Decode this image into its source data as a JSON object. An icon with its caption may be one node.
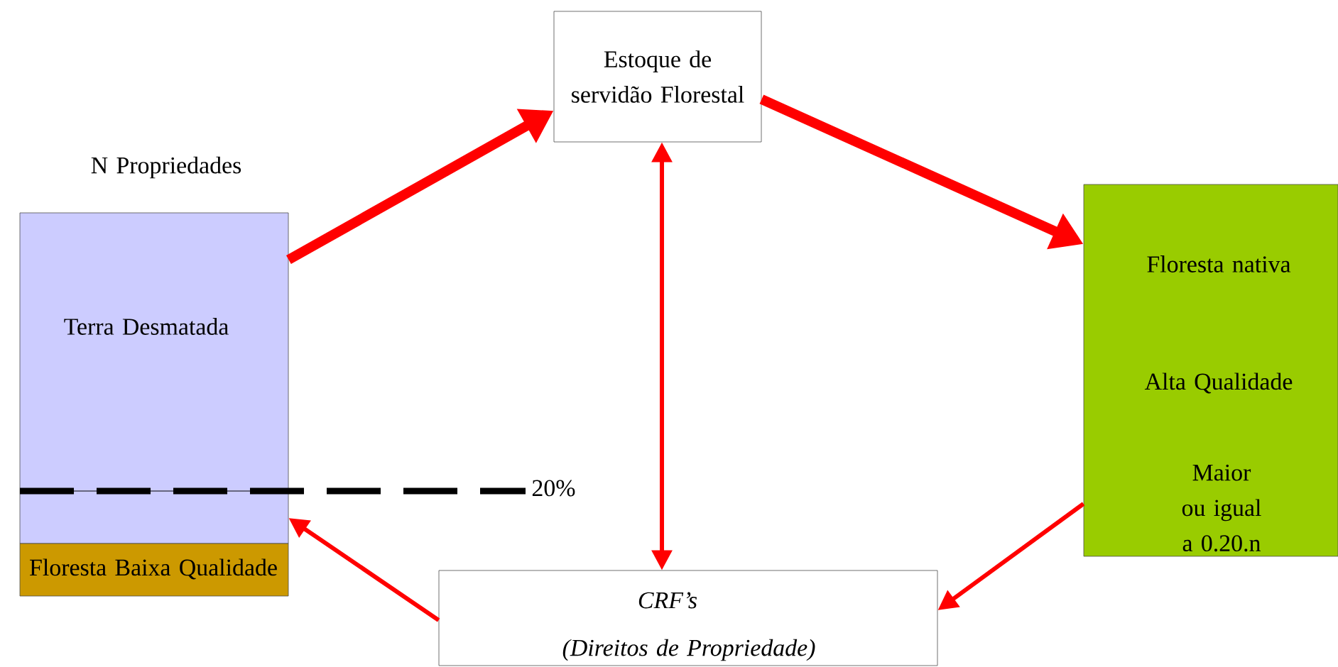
{
  "diagram": {
    "nodes": [
      {
        "text": [
          "Estoque de servidão Florestal"
        ]
      },
      {
        "text": [
          "N Propriedades",
          "Terra Desmatada"
        ]
      },
      {
        "text": [
          "Floresta Baixa Qualidade"
        ]
      },
      {
        "text": [
          "Floresta nativa",
          "Alta Qualidade",
          "Maior ou igual a 0.20.n"
        ]
      },
      {
        "text": [
          "*CRF’s*",
          "*(Direitos de Propriedade)*"
        ]
      }
    ],
    "edges": [
      {
        "from": 1,
        "to": 0,
        "arrow": "to",
        "style": "thick"
      },
      {
        "from": 0,
        "to": 3,
        "arrow": "to",
        "style": "thick"
      },
      {
        "from": 0,
        "to": 4,
        "arrow": "both"
      },
      {
        "from": 3,
        "to": 4,
        "arrow": "to"
      },
      {
        "from": 4,
        "to": 1,
        "arrow": "to"
      }
    ],
    "labels": [
      "20%"
    ]
  }
}
